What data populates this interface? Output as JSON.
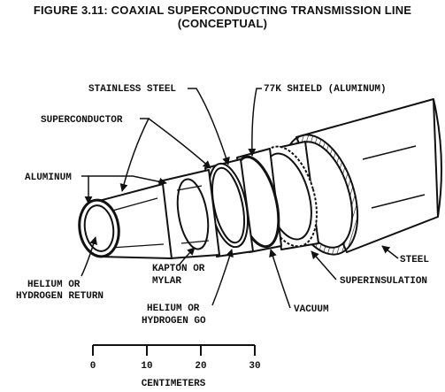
{
  "figure": {
    "title_line1": "FIGURE 3.11:  COAXIAL SUPERCONDUCTING TRANSMISSION LINE",
    "title_line2": "(CONCEPTUAL)"
  },
  "labels": {
    "stainless_steel": "STAINLESS STEEL",
    "shield": "77K SHIELD (ALUMINUM)",
    "superconductor": "SUPERCONDUCTOR",
    "aluminum": "ALUMINUM",
    "helium_return_1": "HELIUM OR",
    "helium_return_2": "HYDROGEN RETURN",
    "kapton_1": "KAPTON OR",
    "kapton_2": "MYLAR",
    "helium_go_1": "HELIUM OR",
    "helium_go_2": "HYDROGEN GO",
    "vacuum": "VACUUM",
    "superinsulation": "SUPERINSULATION",
    "steel": "STEEL"
  },
  "scale": {
    "ticks": [
      "0",
      "10",
      "20",
      "30"
    ],
    "unit": "CENTIMETERS"
  },
  "colors": {
    "ink": "#111111",
    "background": "#ffffff"
  }
}
